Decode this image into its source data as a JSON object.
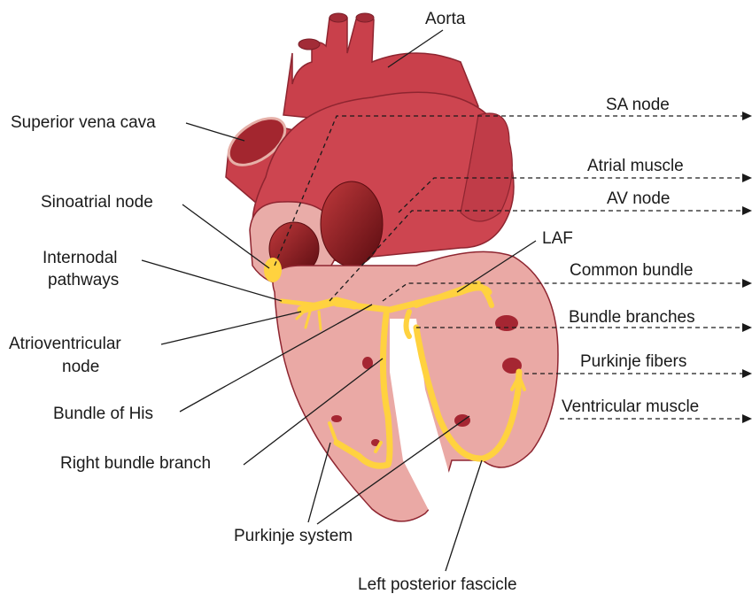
{
  "left_labels": {
    "aorta": "Aorta",
    "svc": "Superior vena cava",
    "sinoatrial": "Sinoatrial node",
    "internodal_1": "Internodal",
    "internodal_2": "pathways",
    "av_1": "Atrioventricular",
    "av_2": "node",
    "his": "Bundle of His",
    "rbb": "Right bundle branch",
    "purkinje_system": "Purkinje system",
    "lpf": "Left posterior fascicle",
    "laf": "LAF"
  },
  "right_labels": {
    "sa": "SA node",
    "atrial": "Atrial muscle",
    "avn": "AV node",
    "common": "Common bundle",
    "branches": "Bundle branches",
    "purkinje": "Purkinje fibers",
    "ventricular": "Ventricular muscle"
  },
  "colors": {
    "heart_dark": "#b8333f",
    "heart_mid": "#d04a55",
    "ventricle": "#e9a8a4",
    "conduction": "#ffd23f",
    "chamber": "#7a1518"
  }
}
